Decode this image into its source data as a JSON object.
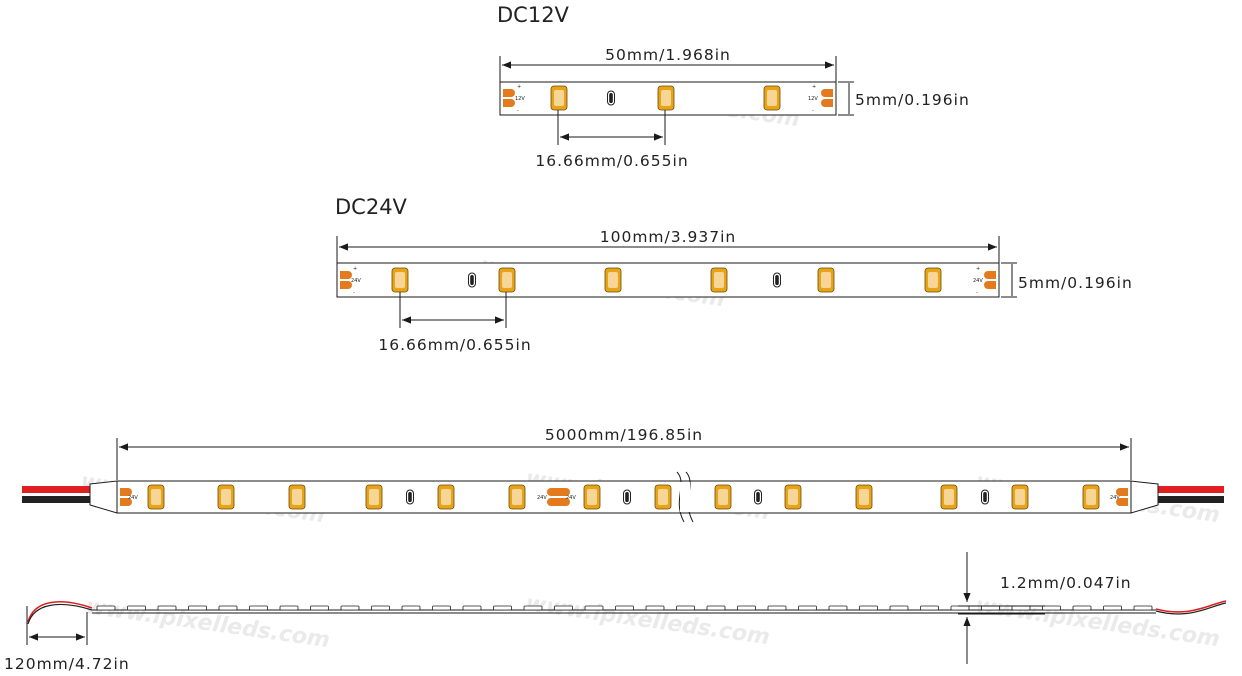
{
  "watermark": "www.ipixelleds.com",
  "colors": {
    "led_body": "#e8a417",
    "led_face": "#f6d596",
    "pad": "#e37a1d",
    "wire_red": "#e02020",
    "wire_black": "#222222",
    "line": "#1a1a1a"
  },
  "dc12": {
    "title": "DC12V",
    "length_label": "50mm/1.968in",
    "width_label": "5mm/0.196in",
    "pitch_label": "16.66mm/0.655in",
    "pad_label": "12V"
  },
  "dc24": {
    "title": "DC24V",
    "length_label": "100mm/3.937in",
    "width_label": "5mm/0.196in",
    "pitch_label": "16.66mm/0.655in",
    "pad_label": "24V"
  },
  "reel": {
    "length_label": "5000mm/196.85in",
    "pad_label": "24V"
  },
  "side": {
    "thickness_label": "1.2mm/0.047in",
    "lead_label": "120mm/4.72in"
  }
}
